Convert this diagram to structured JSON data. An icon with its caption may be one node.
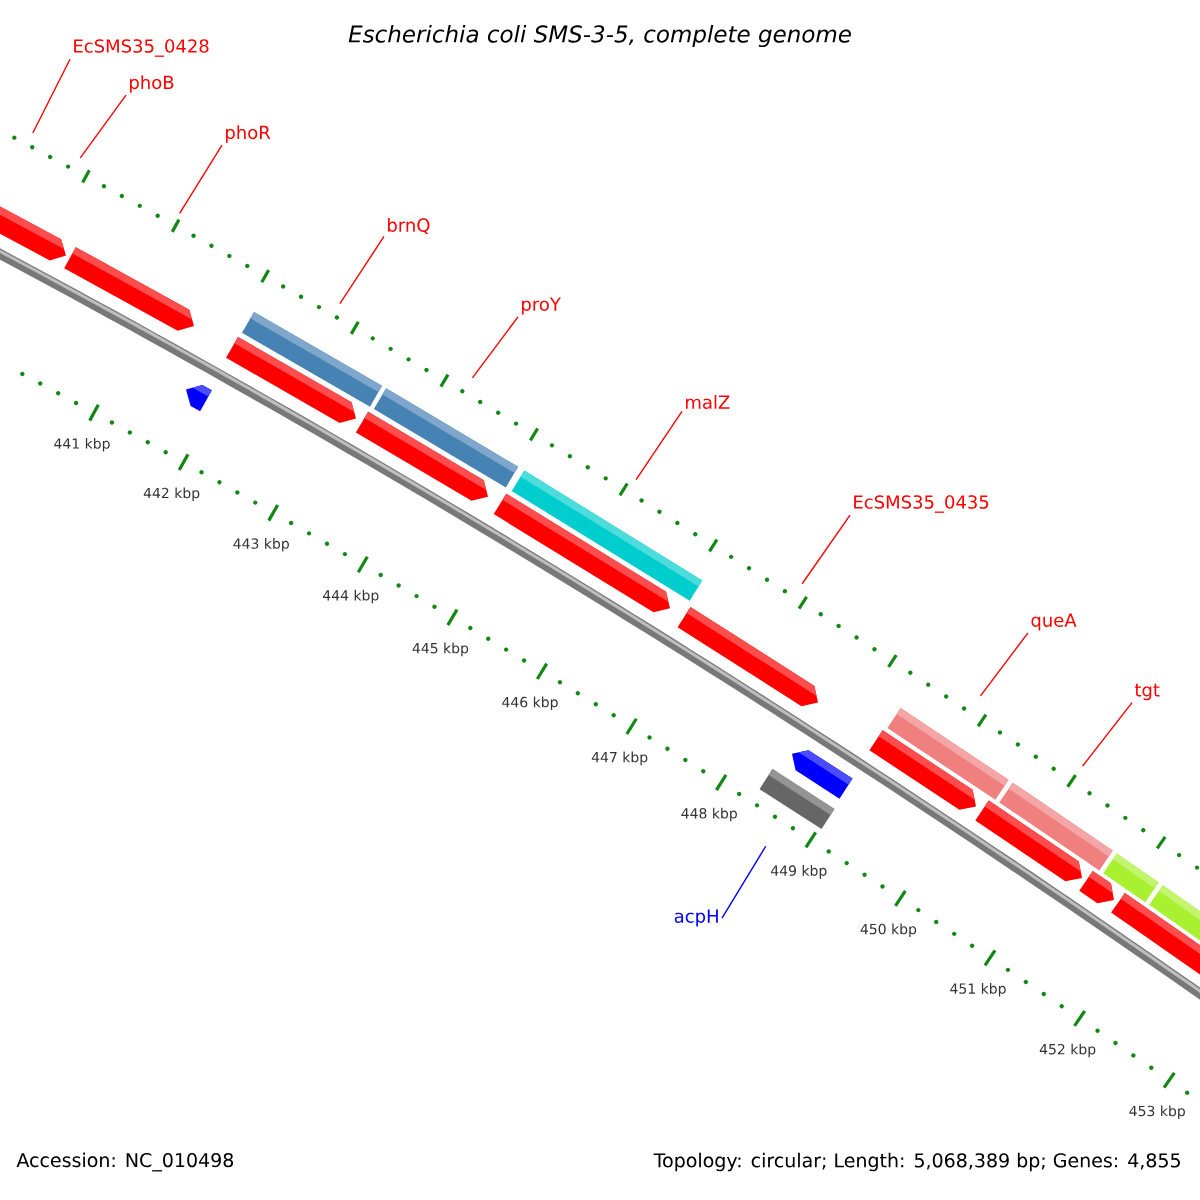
{
  "diagram": {
    "title": "Escherichia coli SMS-3-5, complete genome",
    "nodes": [
      {
        "text": [
          "EcSMS35_0428"
        ]
      },
      {
        "text": [
          "phoB"
        ]
      },
      {
        "text": [
          "phoR"
        ]
      },
      {
        "text": [
          "brnQ"
        ]
      },
      {
        "text": [
          "proY"
        ]
      },
      {
        "text": [
          "malZ"
        ]
      },
      {
        "text": [
          "EcSMS35_0435"
        ]
      },
      {
        "text": [
          "queA"
        ]
      },
      {
        "text": [
          "tgt"
        ]
      },
      {
        "text": [
          "acpH"
        ]
      }
    ],
    "edges": [
      {
        "from": 0,
        "to": null,
        "arrow": "none"
      },
      {
        "from": 1,
        "to": null,
        "arrow": "none"
      },
      {
        "from": 2,
        "to": null,
        "arrow": "none"
      },
      {
        "from": 3,
        "to": null,
        "arrow": "none"
      },
      {
        "from": 4,
        "to": null,
        "arrow": "none"
      },
      {
        "from": 5,
        "to": null,
        "arrow": "none"
      },
      {
        "from": 6,
        "to": null,
        "arrow": "none"
      },
      {
        "from": 7,
        "to": null,
        "arrow": "none"
      },
      {
        "from": 8,
        "to": null,
        "arrow": "none"
      },
      {
        "from": 9,
        "to": null,
        "arrow": "none",
        "color": "#0000ff"
      }
    ],
    "labels": [
      "441 kbp",
      "442 kbp",
      "443 kbp",
      "444 kbp",
      "445 kbp",
      "446 kbp",
      "447 kbp",
      "448 kbp",
      "449 kbp",
      "450 kbp",
      "451 kbp",
      "452 kbp",
      "453 kbp",
      "Accession: NC_010498",
      "Topology: circular; Length: 5,068,389 bp; Genes: 4,855"
    ]
  }
}
